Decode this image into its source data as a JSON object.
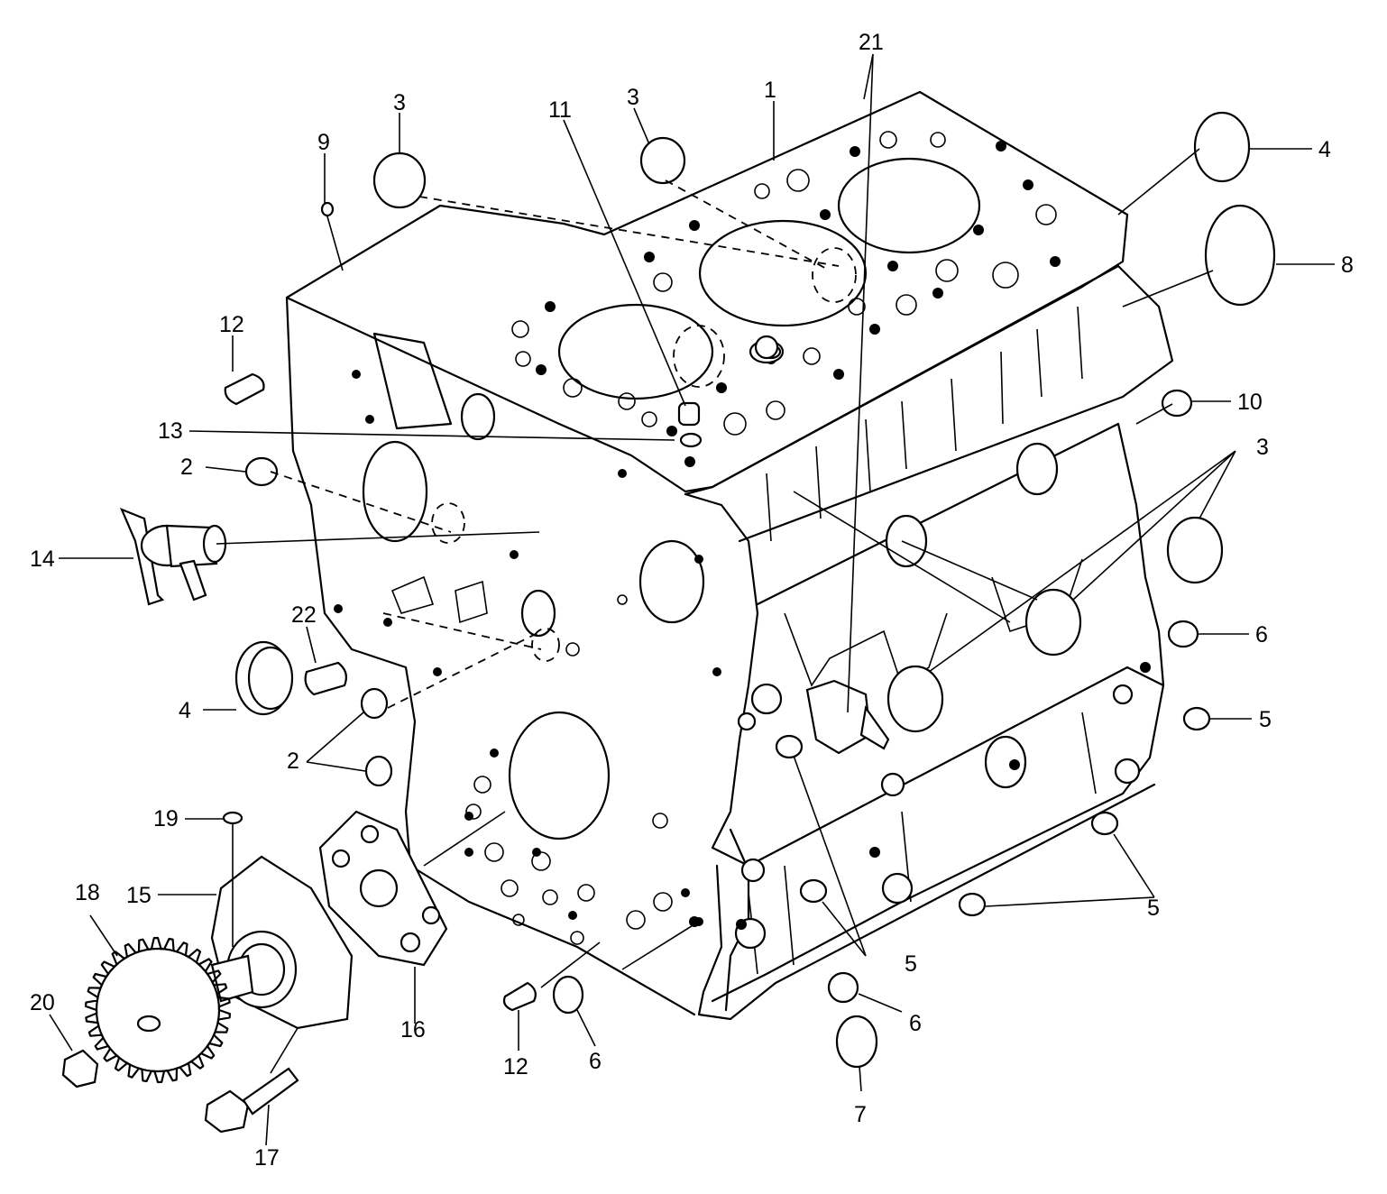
{
  "callouts": {
    "c1": "1",
    "c2a": "2",
    "c2b": "2",
    "c3a": "3",
    "c3b": "3",
    "c3c": "3",
    "c4a": "4",
    "c4b": "4",
    "c5a": "5",
    "c5b": "5",
    "c5c": "5",
    "c6a": "6",
    "c6b": "6",
    "c6c": "6",
    "c7": "7",
    "c8": "8",
    "c9": "9",
    "c10": "10",
    "c11": "11",
    "c12a": "12",
    "c12b": "12",
    "c13": "13",
    "c14": "14",
    "c15": "15",
    "c16": "16",
    "c17": "17",
    "c18": "18",
    "c19": "19",
    "c20": "20",
    "c21": "21",
    "c22": "22"
  }
}
